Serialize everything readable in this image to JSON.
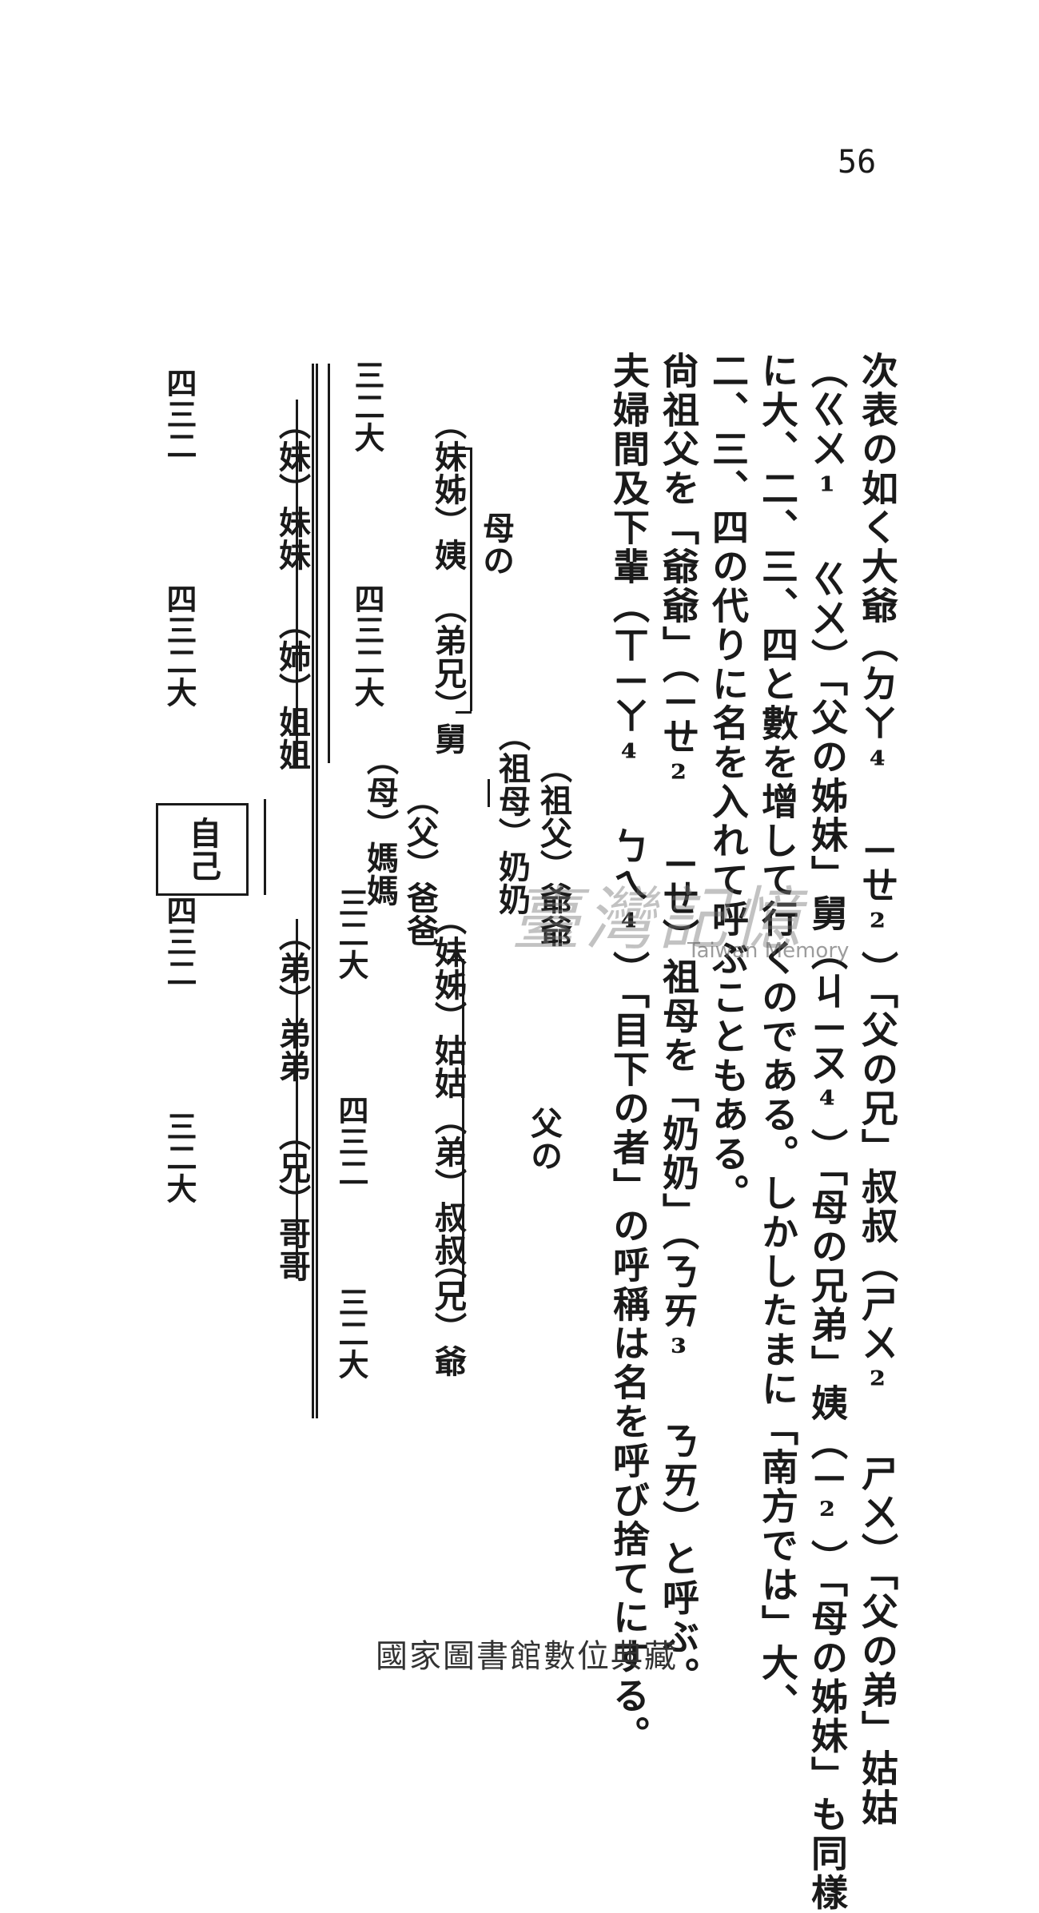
{
  "page_number": "56",
  "body_columns": [
    "次表の如く大爺（ㄉㄚ⁴ ㄧㄝ²）「父の兄」叔叔（ㄕㄨ² ㄕㄨ）「父の弟」姑姑",
    "（ㄍㄨ¹ ㄍㄨ）「父の姊妹」舅（ㄐㄧㄡ⁴）「母の兄弟」姨（ㄧ²）「母の姊妹」も同樣",
    "に大、二、三、四と數を增して行くのである。しかしたまに「南方では」大、",
    "二、三、四の代りに名を入れて呼ぶこともある。",
    "尙祖父を「爺爺」（ㄧㄝ² ㄧㄝ）祖母を「奶奶」（ㄋㄞ³ ㄋㄞ）と呼ぶ。",
    "夫婦間及下輩（ㄒㄧㄚ⁴ ㄅㄟ⁴）「目下の者」の呼稱は名を呼び捨てにする。"
  ],
  "tree": {
    "grandfather": "（祖父）爺爺",
    "grandmother": "（祖母）奶奶",
    "father": "（父）爸爸",
    "mother": "（母）媽媽",
    "fathers_side_label": "父の",
    "mothers_side_label": "母の",
    "father_elder_brother": "（兄）爺",
    "father_elder_brother_nums": "三二大",
    "father_younger_brother": "（弟）叔叔",
    "father_younger_brother_nums": "四三二",
    "father_sister": "（妹姊）姑姑",
    "father_sister_nums": "三二大",
    "mother_brother": "（弟兄）舅",
    "mother_brother_nums": "四三二大",
    "mother_sister": "（妹姊）姨",
    "mother_sister_nums": "三二大",
    "self": "自己",
    "elder_brother": "（兄）哥哥",
    "elder_brother_nums": "三二大",
    "younger_brother": "（弟）弟弟",
    "younger_brother_nums": "四三二",
    "elder_sister": "（姉）姐姐",
    "elder_sister_nums": "四三二大",
    "younger_sister": "（妹）妹妹",
    "younger_sister_nums": "四三二"
  },
  "watermark": "臺灣記憶",
  "watermark_sub": "Taiwan Memory",
  "footer": "國家圖書館數位典藏"
}
